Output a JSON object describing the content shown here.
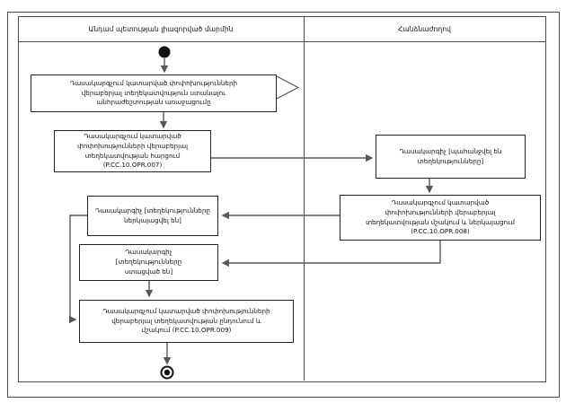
{
  "diagram": {
    "lanes": {
      "left_header": "Անդամ պետության լիազորված մարմին",
      "right_header": "Հանձնաժողով"
    },
    "nodes": {
      "need_arises": "Դասակարգչում կատարված փոփոխությունների վերաբերյալ տեղեկատվություն ստանալու անհրաժեշտության առաջացումը",
      "opr007": "Դասակարգչում կատարված փոփոխությունների վերաբերյալ տեղեկատվության հարցում (P.CC.10.OPR.007)",
      "state_requested": "Դասակարգիչ [պահանջվել են տեղեկությունները]",
      "opr008": "Դասակարգչում կատարված փոփոխությունների վերաբերյալ տեղեկատվության մշակում և ներկայացում (P.CC.10.OPR.008)",
      "state_submitted": "Դասակարգիչ [տեղեկությունները ներկայացվել են]",
      "state_received": "Դասակարգիչ [տեղեկությունները ստացված են]",
      "opr009": "Դասակարգչում կատարված փոփոխությունների վերաբերյալ տեղեկատվության ընդունում և մշակում (P.CC.10.OPR.009)"
    },
    "colors": {
      "connector": "#58585a",
      "box_border": "#222222",
      "frame": "#4b4b4b",
      "node_fill": "#111111"
    }
  }
}
